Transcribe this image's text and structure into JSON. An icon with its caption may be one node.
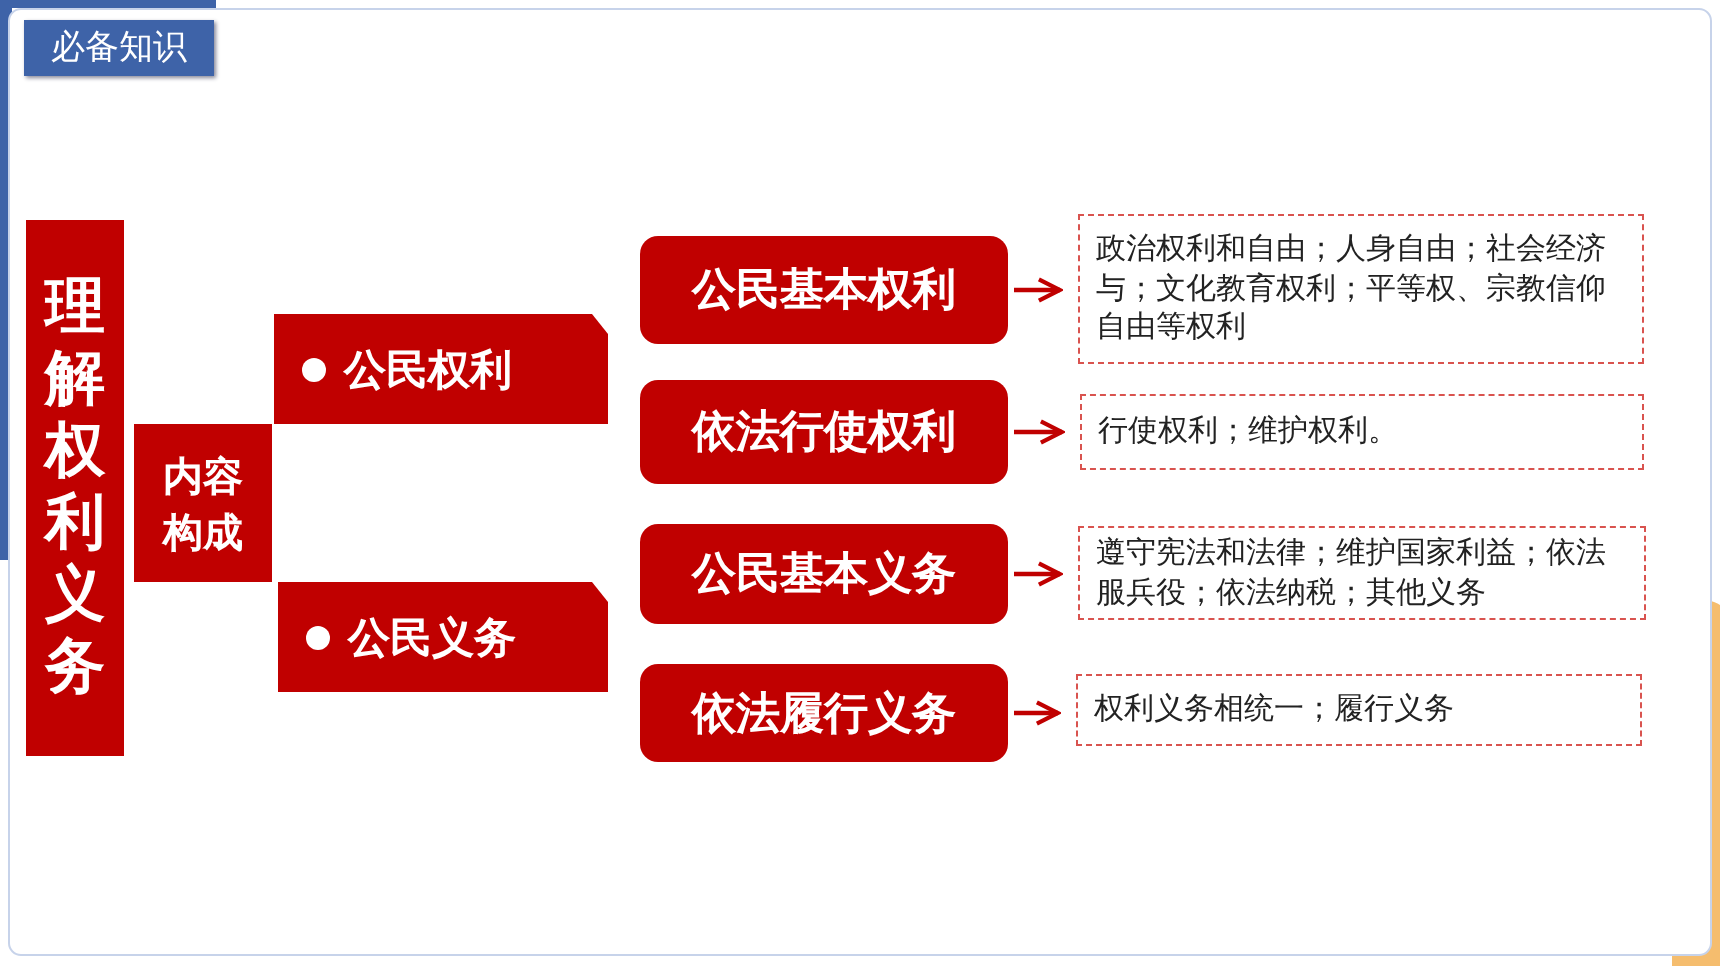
{
  "diagram": {
    "title": "必备知识",
    "nodes": [
      {
        "text": [
          "理解权利义务"
        ]
      },
      {
        "text": [
          "内容构成"
        ]
      },
      {
        "text": [
          "公民权利"
        ]
      },
      {
        "text": [
          "公民义务"
        ]
      },
      {
        "text": [
          "公民基本权利"
        ]
      },
      {
        "text": [
          "依法行使权利"
        ]
      },
      {
        "text": [
          "公民基本义务"
        ]
      },
      {
        "text": [
          "依法履行义务"
        ]
      },
      {
        "text": [
          "政治权利和自由；人身自由；社会经济与；文化教育权利；平等权、宗教信仰自由等权利"
        ]
      },
      {
        "text": [
          "行使权利；维护权利。"
        ]
      },
      {
        "text": [
          "遵守宪法和法律；维护国家利益；依法服兵役；依法纳税；其他义务"
        ]
      },
      {
        "text": [
          "权利义务相统一；履行义务"
        ]
      }
    ],
    "edges": [
      {
        "from": 4,
        "to": 8,
        "arrow": "to"
      },
      {
        "from": 5,
        "to": 9,
        "arrow": "to"
      },
      {
        "from": 6,
        "to": 10,
        "arrow": "to"
      },
      {
        "from": 7,
        "to": 11,
        "arrow": "to"
      }
    ]
  }
}
